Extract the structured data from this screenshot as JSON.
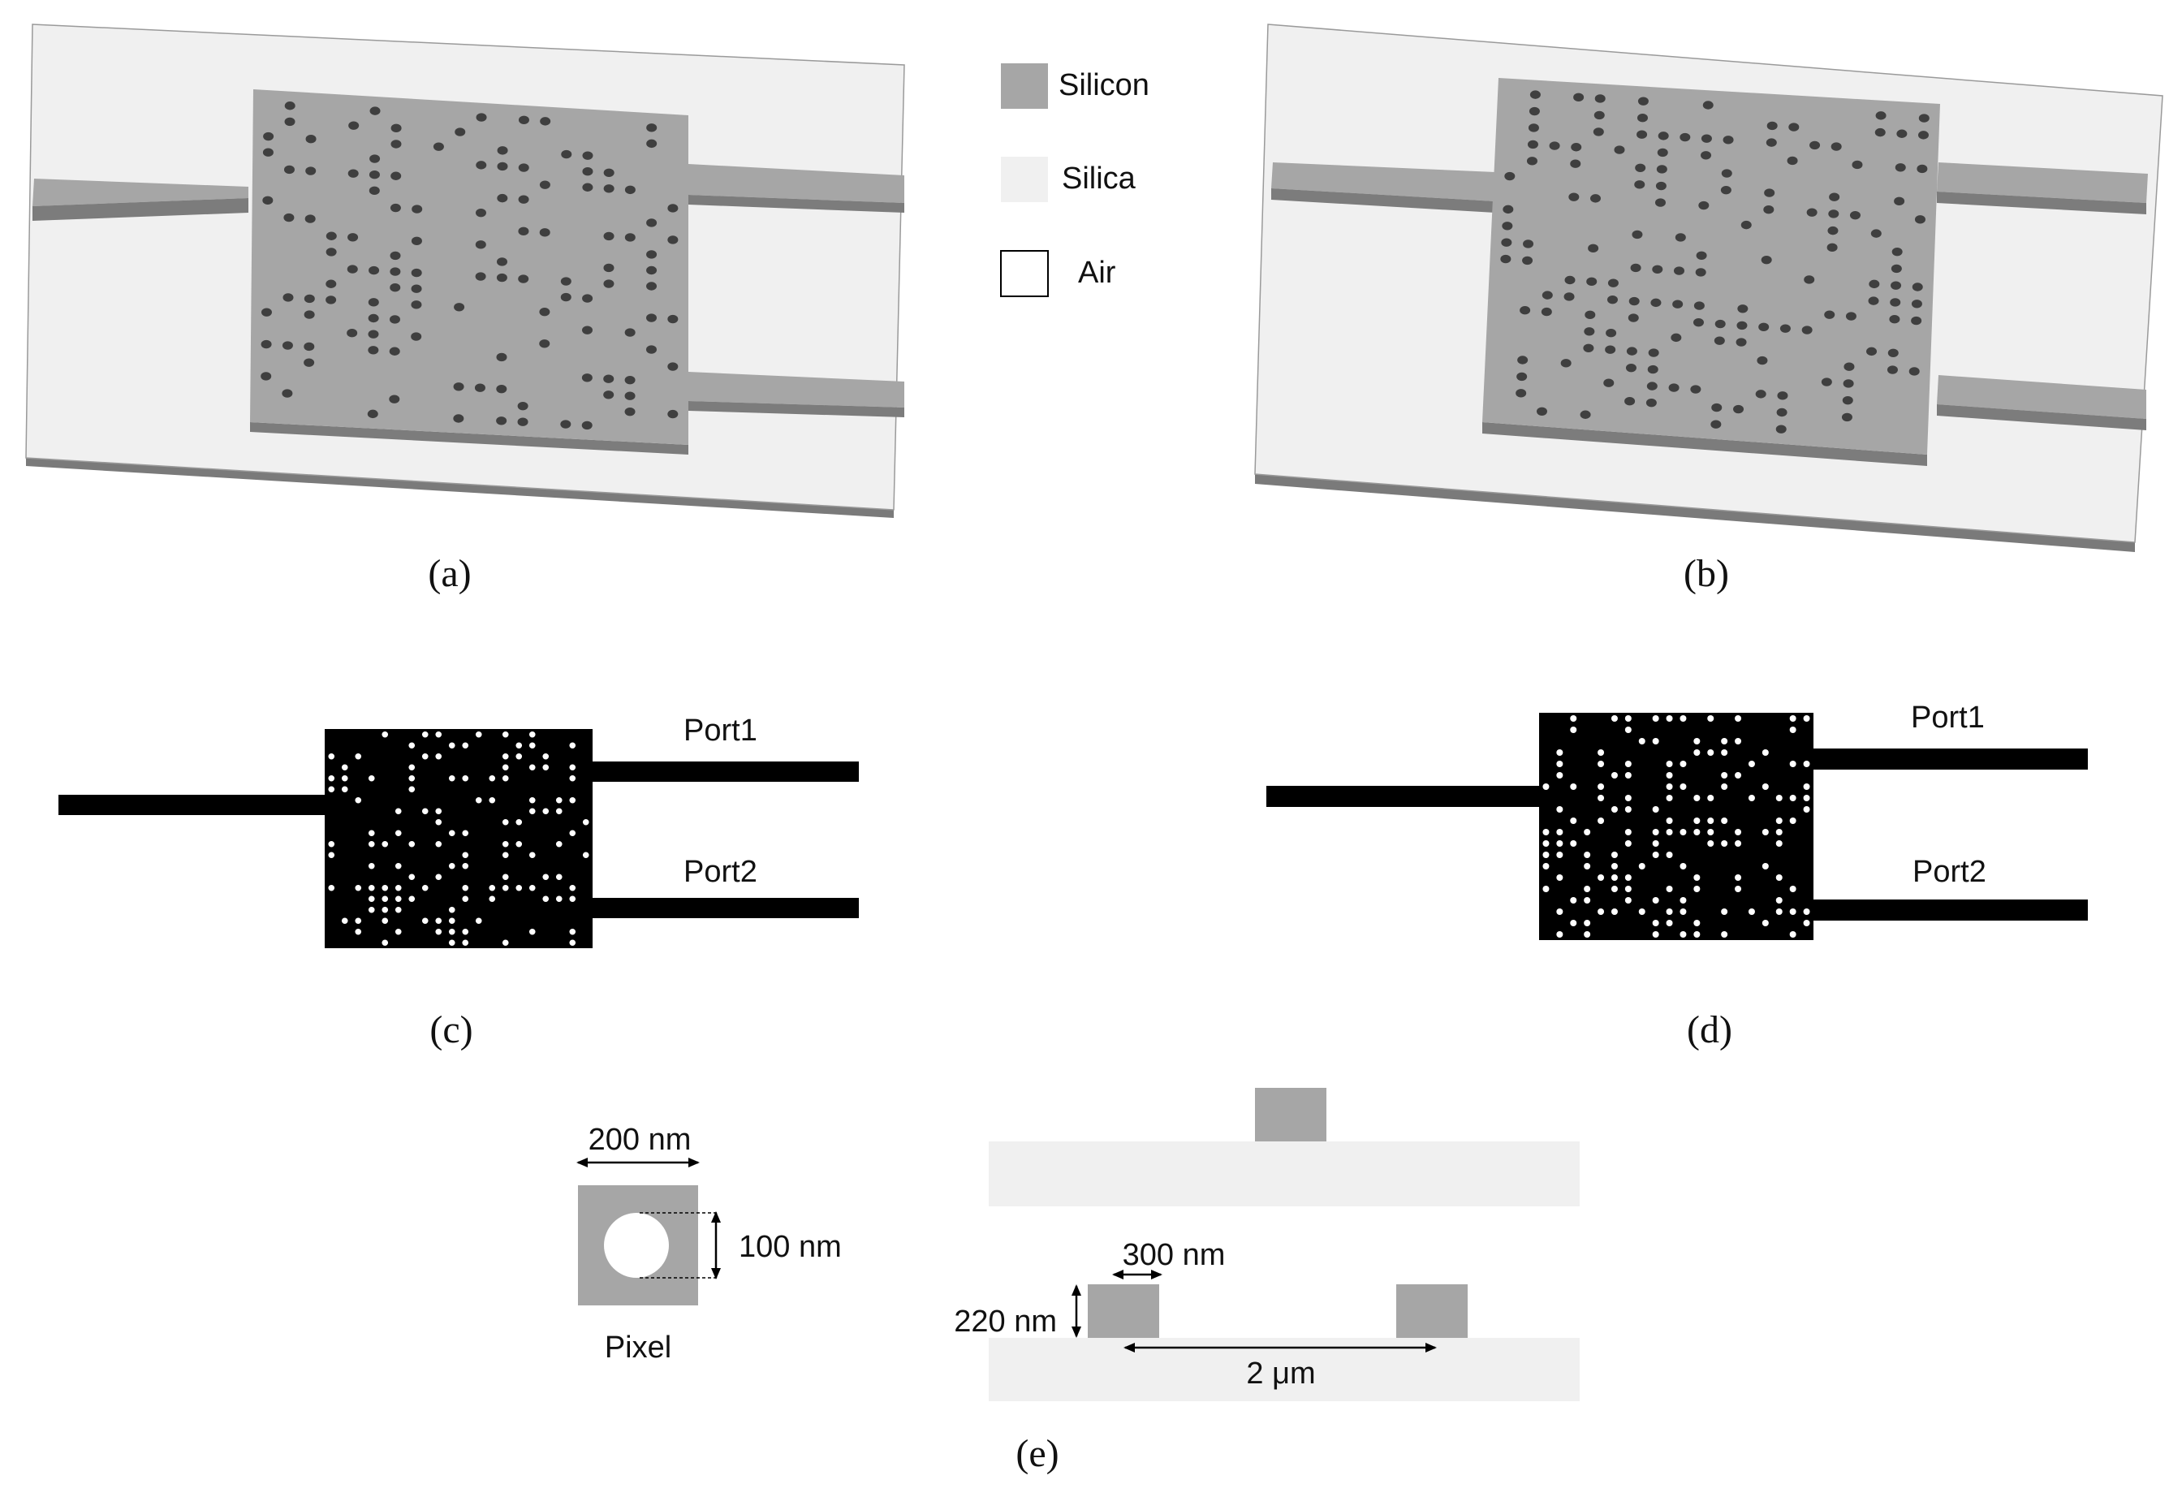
{
  "colors": {
    "silicon": "#a6a6a6",
    "silicon_side": "#7c7c7c",
    "silica": "#f0f0f0",
    "air": "#ffffff",
    "mask_black": "#000000",
    "stroke": "#000000"
  },
  "legend": {
    "items": [
      {
        "label": "Silicon",
        "swatch": "silicon"
      },
      {
        "label": "Silica",
        "swatch": "silica"
      },
      {
        "label": "Air",
        "swatch": "air"
      }
    ]
  },
  "panels": {
    "a": {
      "label": "(a)"
    },
    "b": {
      "label": "(b)"
    },
    "c": {
      "label": "(c)",
      "port1": "Port1",
      "port2": "Port2"
    },
    "d": {
      "label": "(d)",
      "port1": "Port1",
      "port2": "Port2"
    },
    "e": {
      "label": "(e)"
    }
  },
  "pixel": {
    "caption": "Pixel",
    "width_label": "200 nm",
    "hole_label": "100 nm"
  },
  "cross_section": {
    "waveguide_width_label": "300 nm",
    "height_label": "220 nm",
    "spacing_label": "2 μm"
  }
}
